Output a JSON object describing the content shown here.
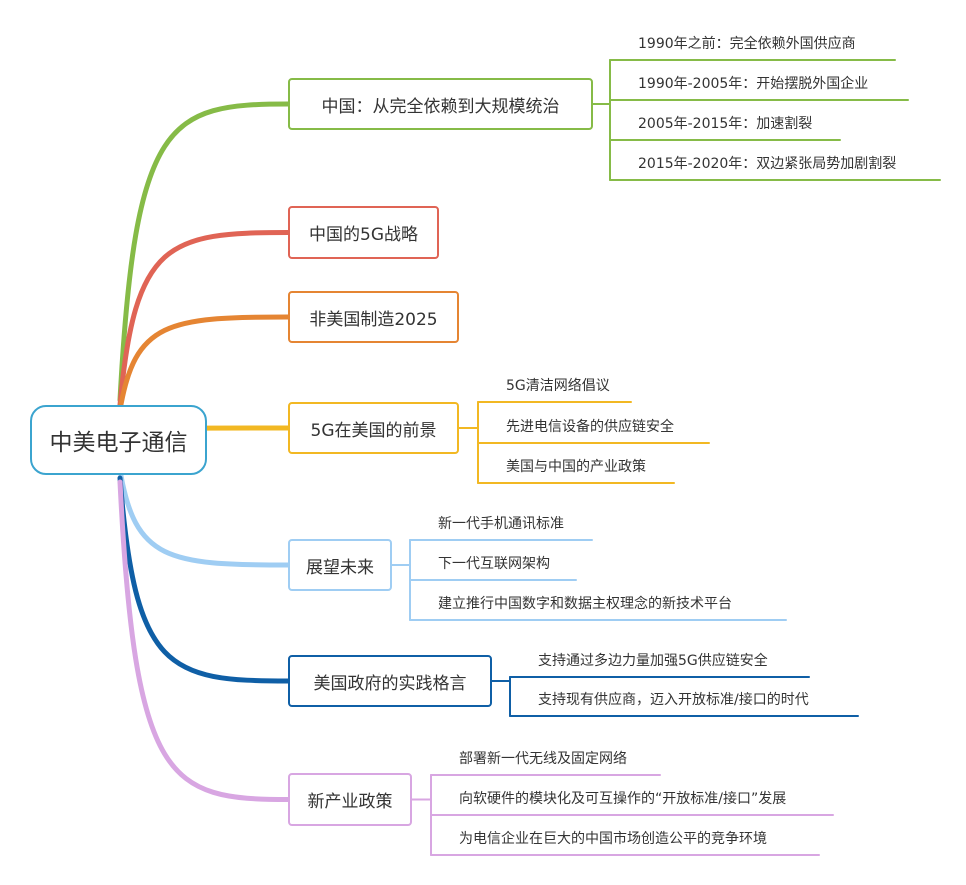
{
  "root": {
    "label": "中美电子通信",
    "color": "#3ba4cf"
  },
  "branches": [
    {
      "id": "china",
      "label": "中国：从完全依赖到大规模统治",
      "color": "#86bb47",
      "children": [
        "1990年之前：完全依赖外国供应商",
        "1990年-2005年：开始摆脱外国企业",
        "2005年-2015年：加速割裂",
        "2015年-2020年：双边紧张局势加剧割裂"
      ]
    },
    {
      "id": "strategy5g",
      "label": "中国的5G战略",
      "color": "#e06455",
      "children": []
    },
    {
      "id": "nonus",
      "label": "非美国制造2025",
      "color": "#e58533",
      "children": []
    },
    {
      "id": "us5g",
      "label": "5G在美国的前景",
      "color": "#f2b823",
      "children": [
        "5G清洁网络倡议",
        "先进电信设备的供应链安全",
        "美国与中国的产业政策"
      ]
    },
    {
      "id": "outlook",
      "label": "展望未来",
      "color": "#9fcdf3",
      "children": [
        "新一代手机通讯标准",
        "下一代互联网架构",
        "建立推行中国数字和数据主权理念的新技术平台"
      ]
    },
    {
      "id": "usgov",
      "label": "美国政府的实践格言",
      "color": "#0f5fa6",
      "children": [
        "支持通过多边力量加强5G供应链安全",
        "支持现有供应商，迈入开放标准/接口的时代"
      ]
    },
    {
      "id": "industry",
      "label": "新产业政策",
      "color": "#d8a6e2",
      "children": [
        "部署新一代无线及固定网络",
        "向软硬件的模块化及可互操作的“开放标准/接口”发展",
        "为电信企业在巨大的中国市场创造公平的竞争环境"
      ]
    }
  ]
}
